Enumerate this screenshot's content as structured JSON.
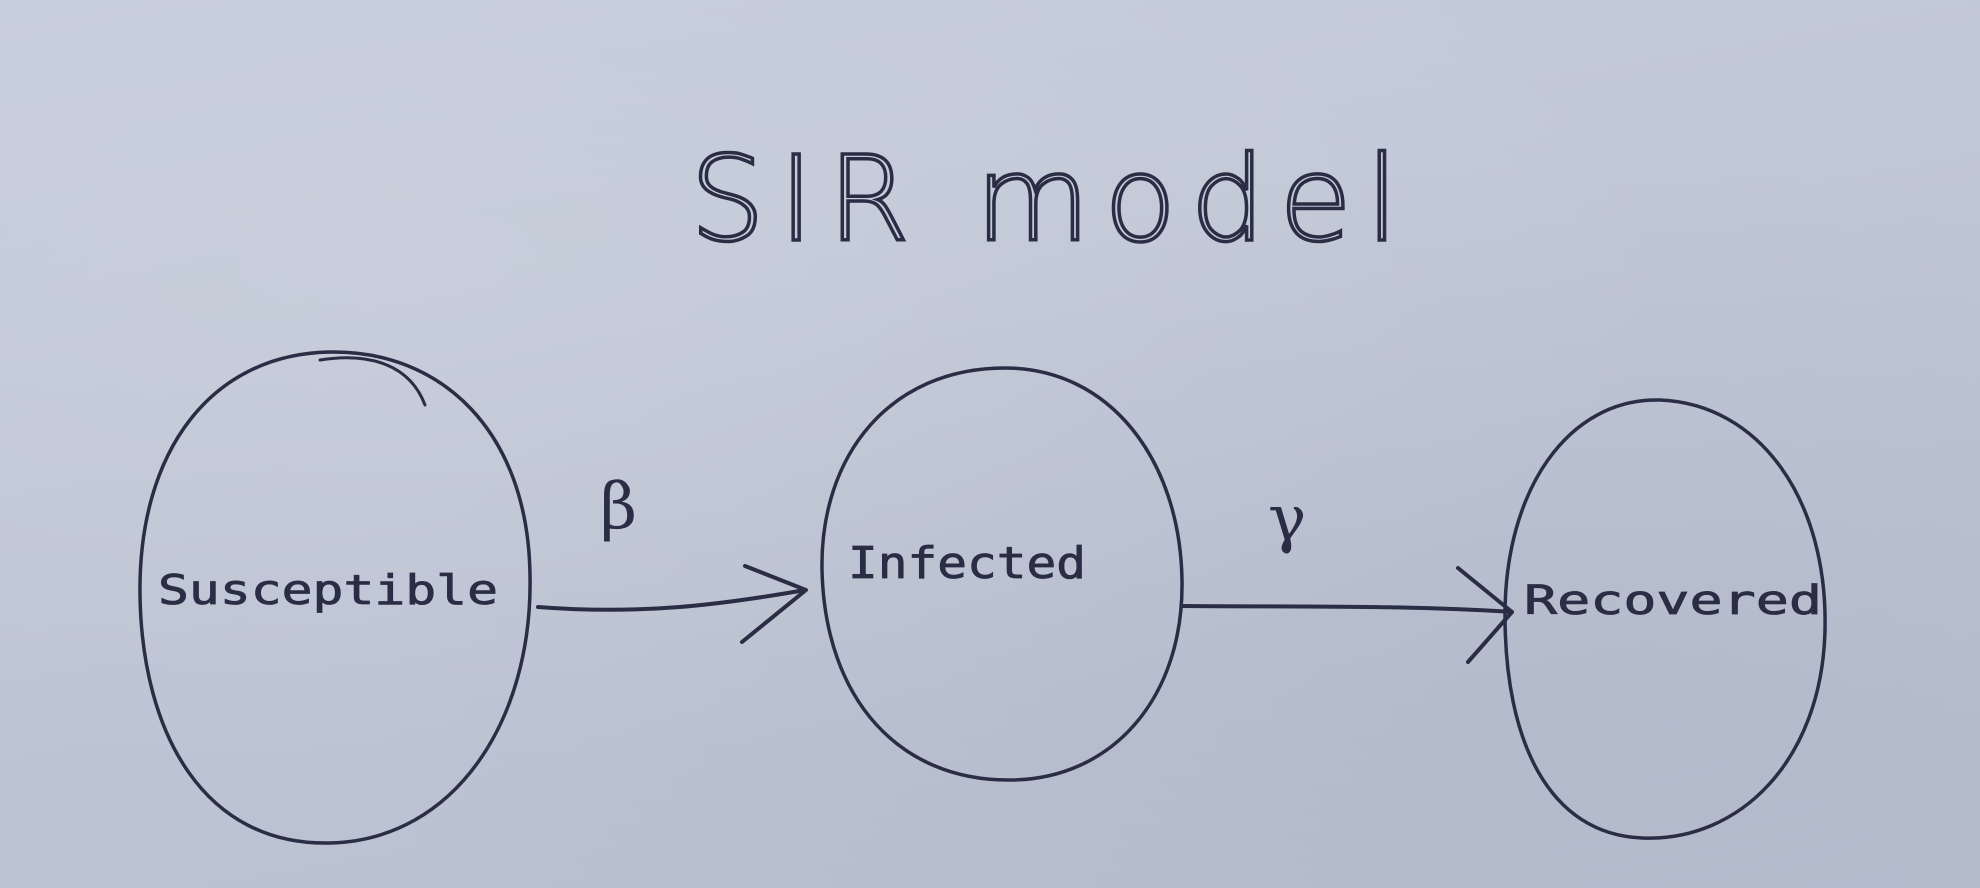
{
  "title": "SIR model",
  "nodes": [
    {
      "id": "susceptible",
      "label": "Susceptible"
    },
    {
      "id": "infected",
      "label": "Infected"
    },
    {
      "id": "recovered",
      "label": "Recovered"
    }
  ],
  "edges": [
    {
      "from": "susceptible",
      "to": "infected",
      "label": "β"
    },
    {
      "from": "infected",
      "to": "recovered",
      "label": "γ"
    }
  ],
  "colors": {
    "ink": "#2b2d45",
    "paper": "#c2c9d8"
  }
}
